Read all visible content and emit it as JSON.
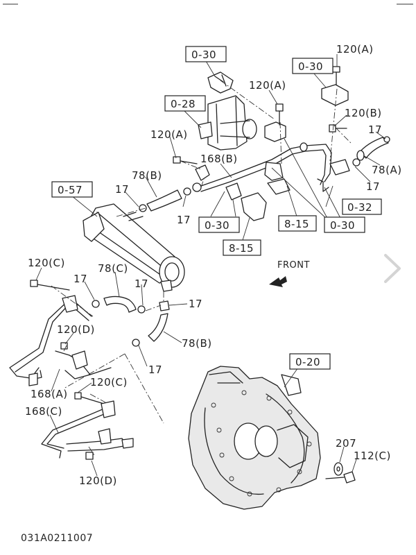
{
  "boxed_refs": {
    "b030_top": "0-30",
    "b030_right": "0-30",
    "b028": "0-28",
    "b057": "0-57",
    "b030_mid": "0-30",
    "b815_a": "8-15",
    "b815_b": "8-15",
    "b030_bottom": "0-30",
    "b032": "0-32",
    "b020": "0-20"
  },
  "labels": {
    "l120A_top": "120(A)",
    "l120A_mid": "120(A)",
    "l120B": "120(B)",
    "l17_r1": "17",
    "l78A": "78(A)",
    "l17_r2": "17",
    "l120A_left": "120(A)",
    "l168B": "168(B)",
    "l78B_top": "78(B)",
    "l17_a": "17",
    "l17_b": "17",
    "l120C_left": "120(C)",
    "l78C": "78(C)",
    "l17_c": "17",
    "l17_d": "17",
    "l17_e": "17",
    "l120D_mid": "120(D)",
    "l78B_low": "78(B)",
    "l17_f": "17",
    "l168A": "168(A)",
    "l120C_mid": "120(C)",
    "l168C": "168(C)",
    "l120D_bottom": "120(D)",
    "l207": "207",
    "l112C": "112(C)"
  },
  "front_label": "FRONT",
  "diagram_code": "031A0211007",
  "icons": {
    "front_arrow": "front-arrow-icon",
    "next": "chevron-right-icon"
  }
}
